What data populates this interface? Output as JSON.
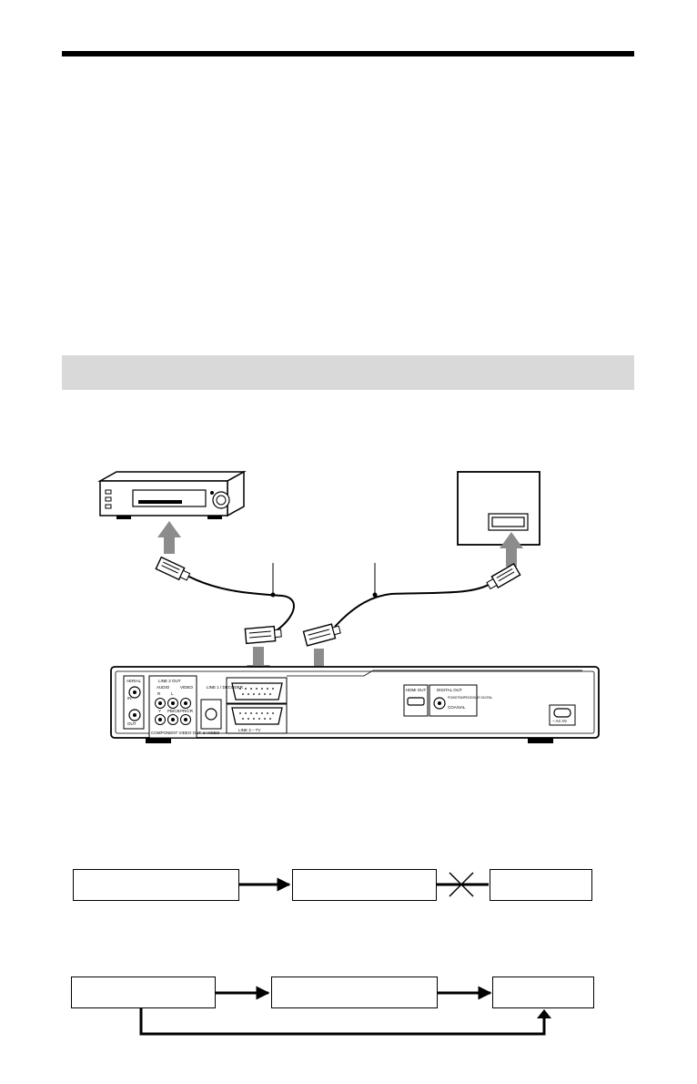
{
  "section": {
    "title": ""
  },
  "rear_panel": {
    "aerial_label": "AERIAL",
    "aerial_in": "IN",
    "aerial_out": "OUT",
    "line2_out_label": "LINE 2 OUT",
    "audio_label": "AUDIO",
    "audio_r": "R",
    "audio_l": "L",
    "video_label": "VIDEO",
    "component_label": "COMPONENT VIDEO OUT",
    "comp_y": "Y",
    "comp_pb": "PB/CB",
    "comp_pr": "PR/CR",
    "svideo_label": "S VIDEO",
    "line1_label": "LINE 1 / DECODER",
    "line3_label": "LINE 3 – TV",
    "hdmi_label": "HDMI OUT",
    "digital_out_label": "DIGITAL OUT",
    "pcm_label": "PCM/DTS/MPEG/DOLBY DIGITAL",
    "coaxial_label": "COAXIAL",
    "ac_in_label": "~ AC IN"
  },
  "flow1": {
    "box1": "",
    "box2": "",
    "box3": ""
  },
  "flow2": {
    "box1": "",
    "box2": "",
    "box3": ""
  }
}
